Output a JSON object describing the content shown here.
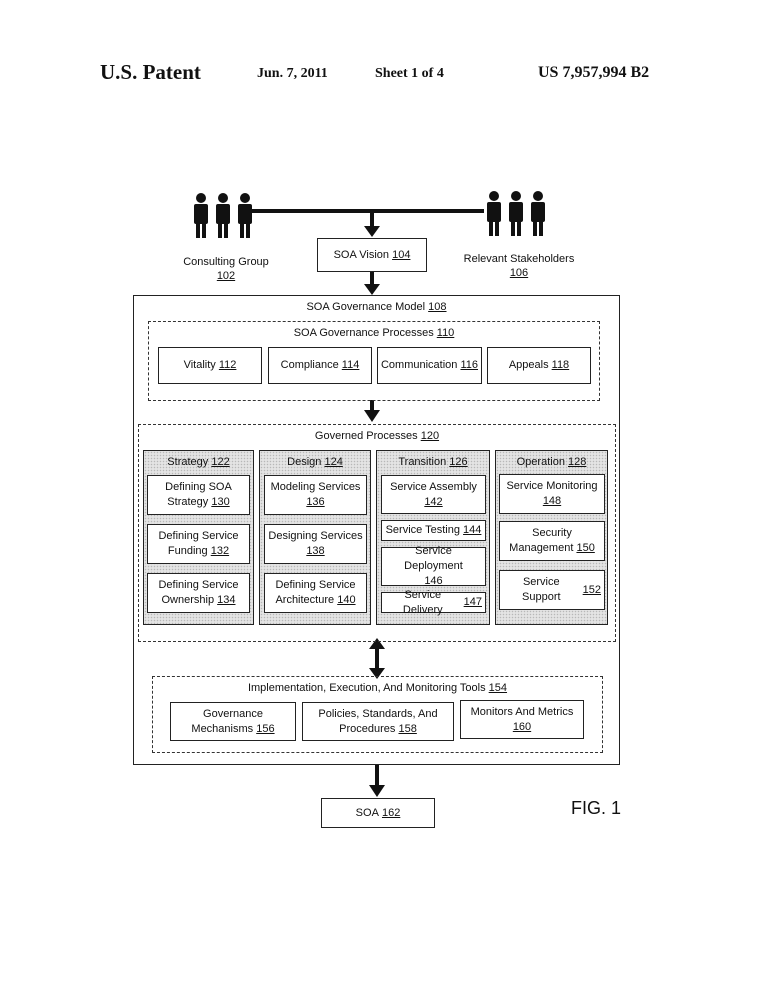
{
  "header": {
    "left": "U.S. Patent",
    "date": "Jun. 7, 2011",
    "sheet": "Sheet 1 of 4",
    "number": "US 7,957,994 B2"
  },
  "consulting": {
    "label": "Consulting Group",
    "ref": "102"
  },
  "stakeholders": {
    "label": "Relevant Stakeholders",
    "ref": "106"
  },
  "vision": {
    "label": "SOA Vision",
    "ref": "104"
  },
  "model": {
    "label": "SOA Governance Model",
    "ref": "108"
  },
  "processes": {
    "label": "SOA Governance Processes",
    "ref": "110",
    "items": [
      {
        "label": "Vitality",
        "ref": "112"
      },
      {
        "label": "Compliance",
        "ref": "114"
      },
      {
        "label": "Communication",
        "ref": "116"
      },
      {
        "label": "Appeals",
        "ref": "118"
      }
    ]
  },
  "governed": {
    "label": "Governed Processes",
    "ref": "120",
    "columns": [
      {
        "label": "Strategy",
        "ref": "122",
        "items": [
          {
            "l1": "Defining SOA",
            "l2": "Strategy",
            "ref": "130"
          },
          {
            "l1": "Defining Service",
            "l2": "Funding",
            "ref": "132"
          },
          {
            "l1": "Defining Service",
            "l2": "Ownership",
            "ref": "134"
          }
        ]
      },
      {
        "label": "Design",
        "ref": "124",
        "items": [
          {
            "l1": "Modeling Services",
            "l2": "",
            "ref": "136"
          },
          {
            "l1": "Designing Services",
            "l2": "",
            "ref": "138"
          },
          {
            "l1": "Defining Service",
            "l2": "Architecture",
            "ref": "140"
          }
        ]
      },
      {
        "label": "Transition",
        "ref": "126",
        "items": [
          {
            "l1": "Service Assembly",
            "l2": "",
            "ref": "142"
          },
          {
            "l1": "Service Testing",
            "l2": "",
            "ref": "144"
          },
          {
            "l1": "Service Deployment",
            "l2": "",
            "ref": "146"
          },
          {
            "l1": "Service Delivery",
            "l2": "",
            "ref": "147"
          }
        ]
      },
      {
        "label": "Operation",
        "ref": "128",
        "items": [
          {
            "l1": "Service Monitoring",
            "l2": "",
            "ref": "148"
          },
          {
            "l1": "Security",
            "l2": "Management",
            "ref": "150"
          },
          {
            "l1": "Service Support",
            "l2": "",
            "ref": "152"
          }
        ]
      }
    ]
  },
  "tools": {
    "label": "Implementation, Execution, And Monitoring Tools",
    "ref": "154",
    "items": [
      {
        "l1": "Governance",
        "l2": "Mechanisms",
        "ref": "156"
      },
      {
        "l1": "Policies, Standards, And",
        "l2": "Procedures",
        "ref": "158"
      },
      {
        "l1": "Monitors And Metrics",
        "l2": "",
        "ref": "160"
      }
    ]
  },
  "soa": {
    "label": "SOA",
    "ref": "162"
  },
  "figure": "FIG. 1",
  "icons": {
    "person": "person-icon"
  }
}
